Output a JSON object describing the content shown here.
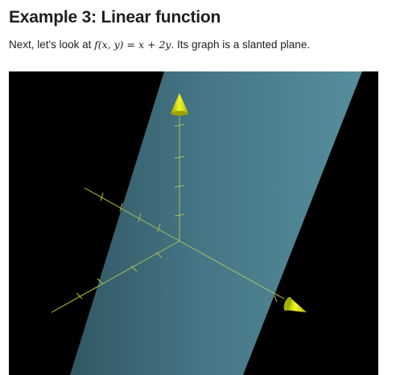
{
  "page": {
    "title": "Example 3: Linear function",
    "intro_before": "Next, let's look at ",
    "intro_formula": "f(x, y) = x + 2y",
    "intro_after": ". Its graph is a slanted plane."
  },
  "viewer": {
    "background": "#000000",
    "plane_color": "#4f8b9a",
    "axis_color": "#c8d84a",
    "arrow_color": "#e6ee10"
  }
}
